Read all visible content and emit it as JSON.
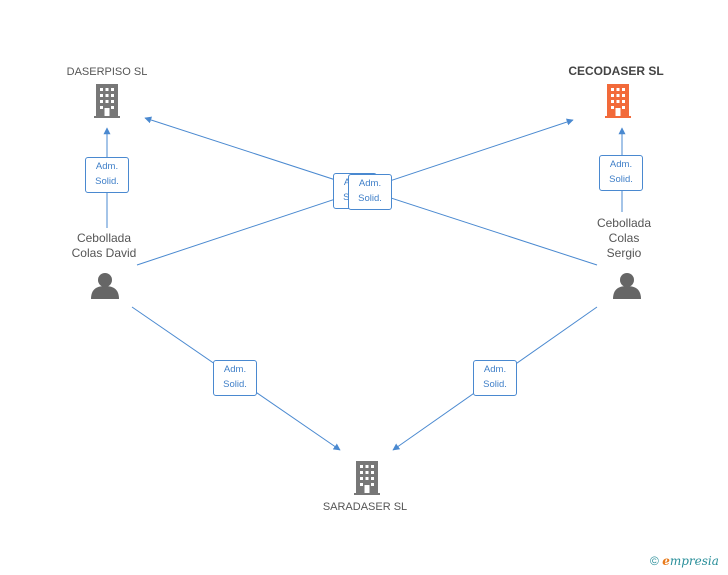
{
  "colors": {
    "edge": "#4a89d0",
    "building_default": "#777777",
    "building_highlight": "#f26a3a",
    "person": "#666666"
  },
  "companies": {
    "daserpiso": {
      "name": "DASERPISO SL",
      "icon": "building-icon"
    },
    "cecodaser": {
      "name": "CECODASER SL",
      "icon": "building-icon",
      "highlight": true
    },
    "saradaser": {
      "name": "SARADASER  SL",
      "icon": "building-icon"
    }
  },
  "persons": {
    "david": {
      "line1": "Cebollada",
      "line2": "Colas David",
      "icon": "person-icon"
    },
    "sergio": {
      "line1": "Cebollada",
      "line2": "Colas",
      "line3": "Sergio",
      "icon": "person-icon"
    }
  },
  "relations": [
    {
      "from": "david",
      "to": "daserpiso",
      "line1": "Adm.",
      "line2": "Solid."
    },
    {
      "from": "david",
      "to": "cecodaser",
      "line1": "Adm.",
      "line2": "Solid."
    },
    {
      "from": "sergio",
      "to": "daserpiso",
      "line1": "Adm.",
      "line2": "Solid."
    },
    {
      "from": "sergio",
      "to": "cecodaser",
      "line1": "Adm.",
      "line2": "Solid."
    },
    {
      "from": "david",
      "to": "saradaser",
      "line1": "Adm.",
      "line2": "Solid."
    },
    {
      "from": "sergio",
      "to": "saradaser",
      "line1": "Adm.",
      "line2": "Solid."
    }
  ],
  "footer": {
    "copyright": "©",
    "brand_e": "e",
    "brand_rest": "mpresia"
  }
}
